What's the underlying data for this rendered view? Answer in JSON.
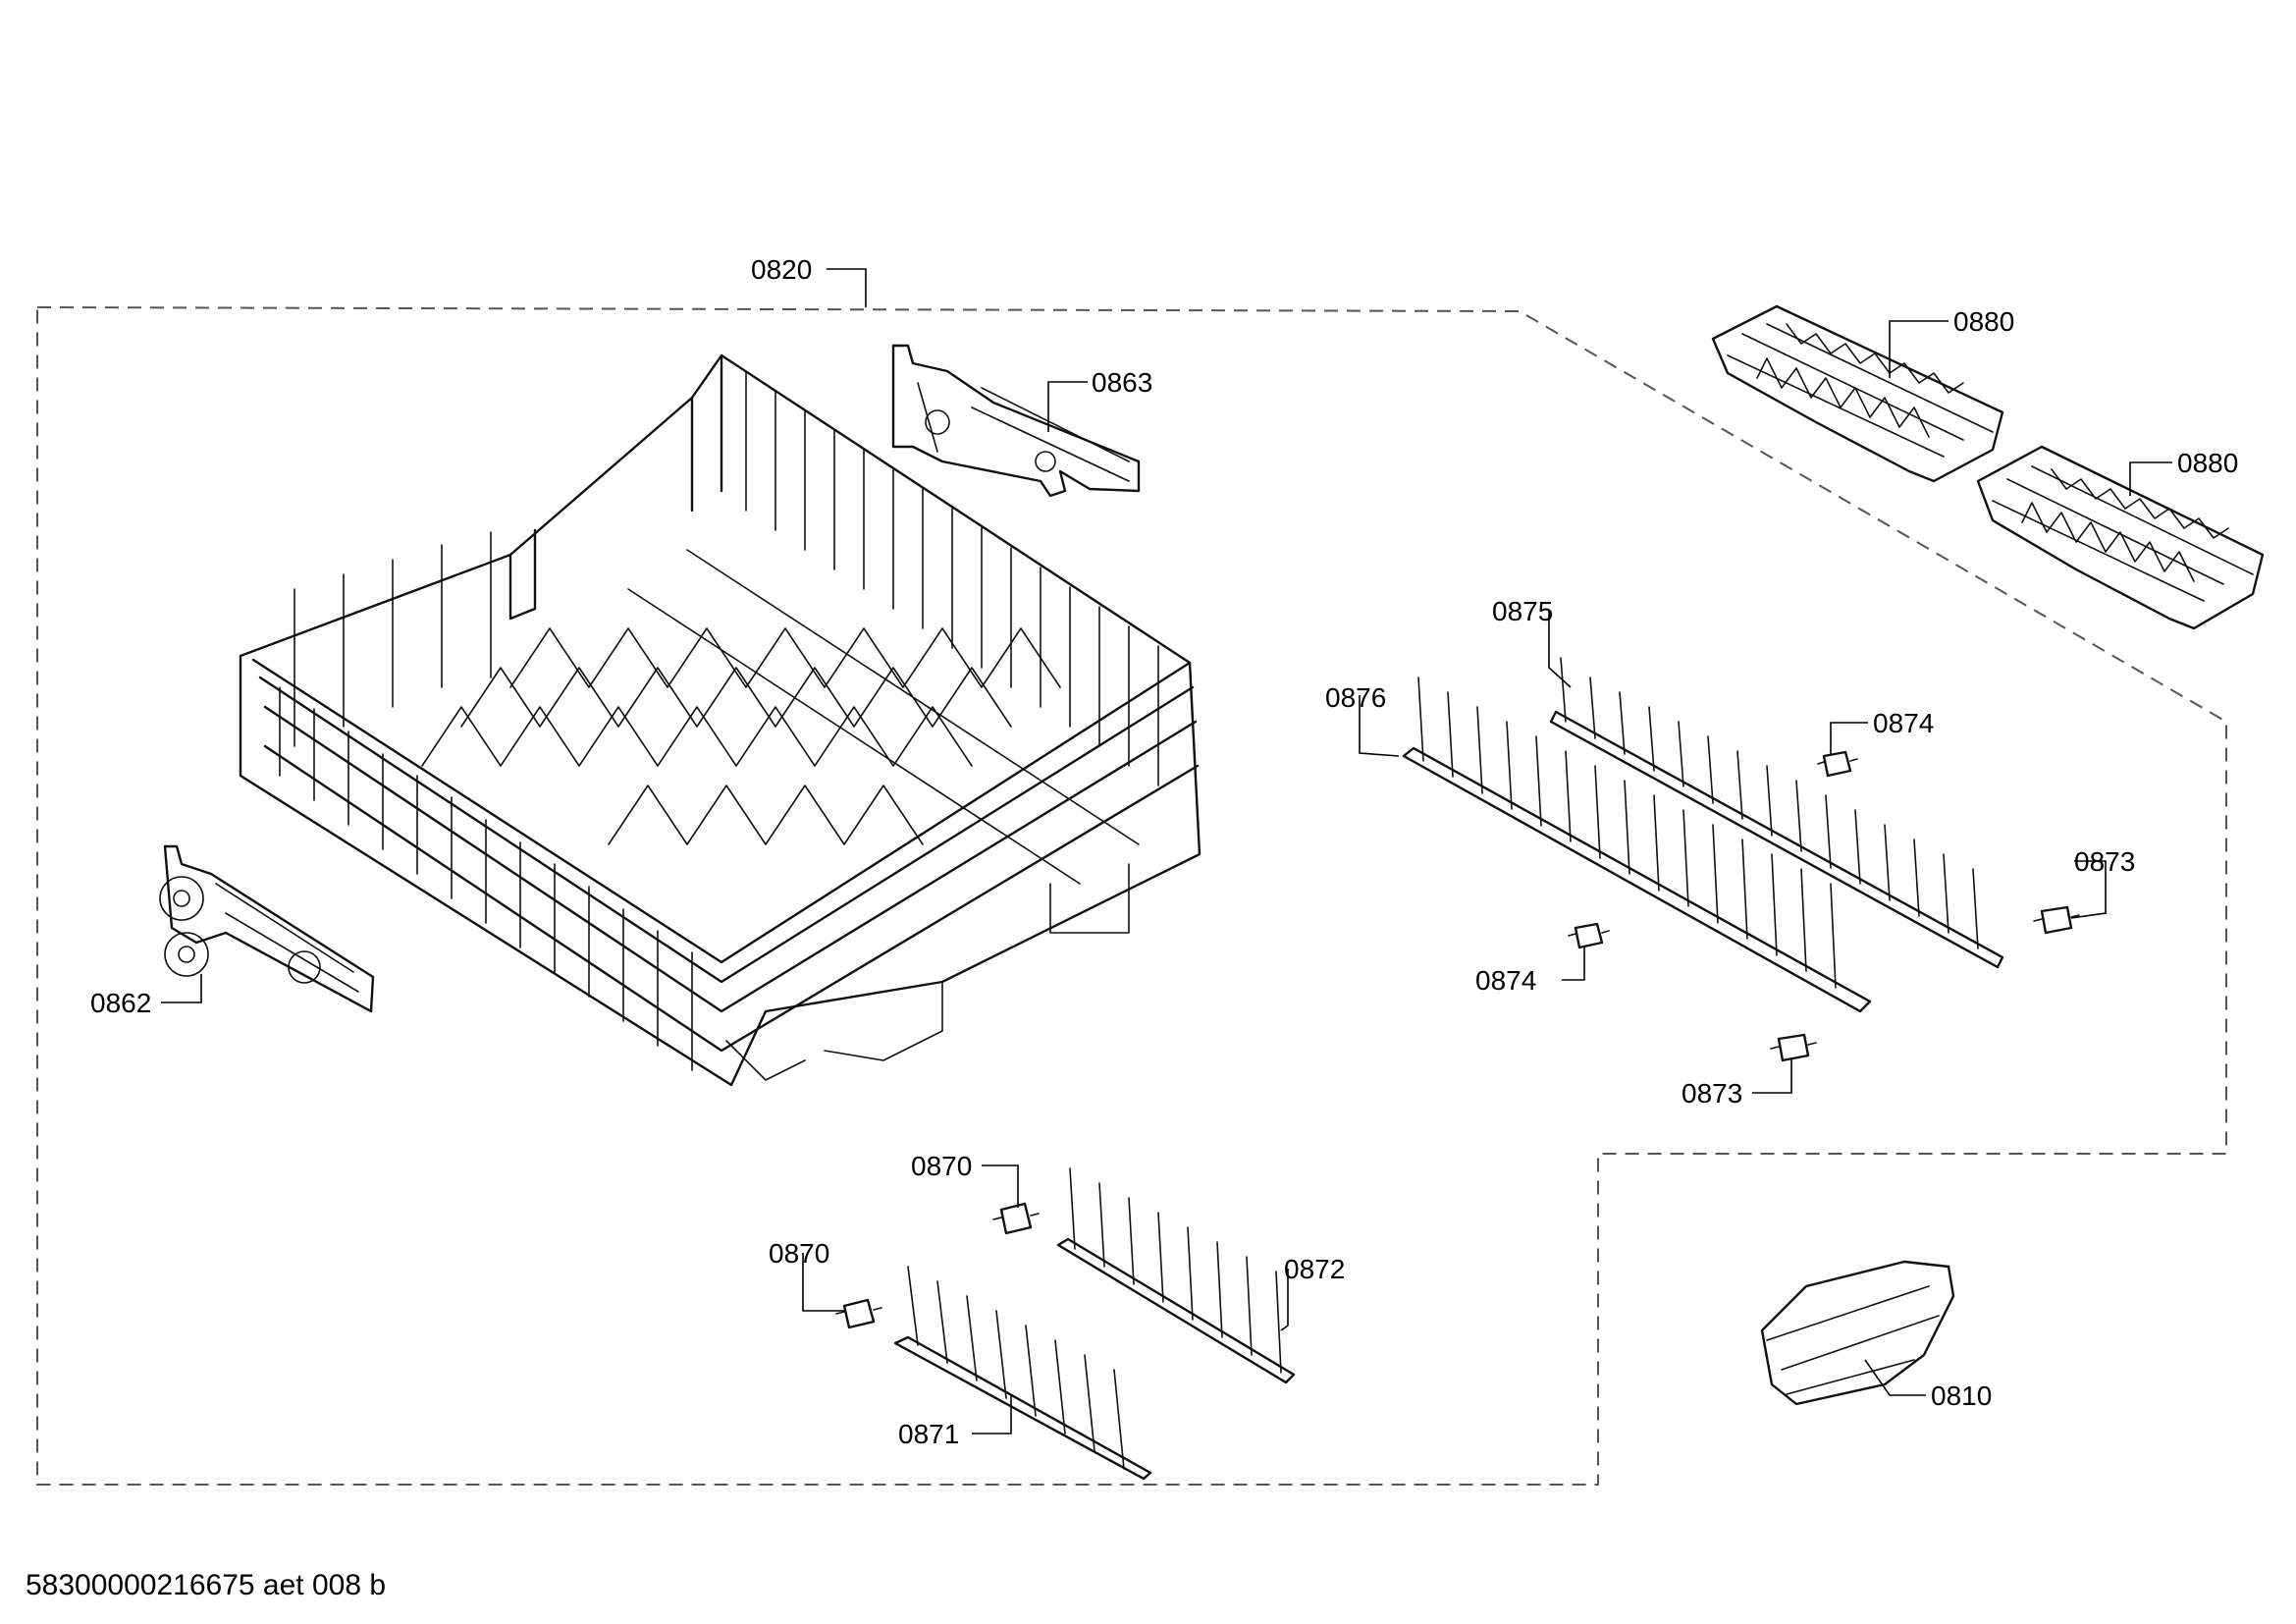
{
  "callouts": {
    "c0810": "0810",
    "c0820": "0820",
    "c0862": "0862",
    "c0863": "0863",
    "c0870a": "0870",
    "c0870b": "0870",
    "c0871": "0871",
    "c0872": "0872",
    "c0873a": "0873",
    "c0873b": "0873",
    "c0874a": "0874",
    "c0874b": "0874",
    "c0875": "0875",
    "c0876": "0876",
    "c0880a": "0880",
    "c0880b": "0880"
  },
  "document_code": "58300000216675 aet 008 b"
}
